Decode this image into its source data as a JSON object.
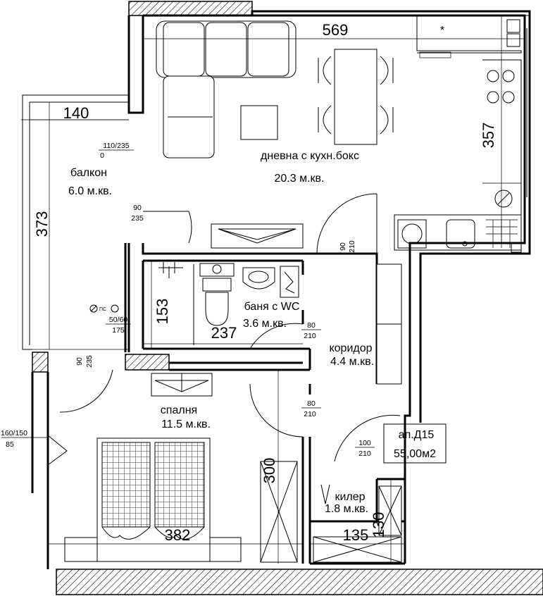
{
  "rooms": {
    "living": {
      "name": "дневна с кухн.бокс",
      "area": "20.3 м.кв."
    },
    "balcony": {
      "name": "балкон",
      "area": "6.0 м.кв."
    },
    "bath": {
      "name": "баня с WC",
      "area": "3.6 м.кв."
    },
    "corridor": {
      "name": "коридор",
      "area": "4.4 м.кв."
    },
    "bedroom": {
      "name": "спалня",
      "area": "11.5 м.кв."
    },
    "storage": {
      "name": "килер",
      "area": "1.8 м.кв."
    }
  },
  "apartment": {
    "id": "ап.Д15",
    "area": "55,00м2"
  },
  "dimensions": {
    "living_width": "569",
    "living_depth": "357",
    "balcony_width": "140",
    "balcony_length": "373",
    "bath_depth": "153",
    "bath_width": "237",
    "bedroom_depth": "300",
    "bedroom_width": "382",
    "storage_width": "135",
    "storage_depth": "130"
  },
  "openings": {
    "balcony_door_top": {
      "size": "110/235",
      "sill": "0"
    },
    "living_balcony_door": {
      "w": "90",
      "h": "235"
    },
    "corridor_living_door": {
      "w": "90",
      "h": "210"
    },
    "bath_window": {
      "size": "50/60",
      "sill": "175"
    },
    "bath_door": {
      "w": "80",
      "h": "210"
    },
    "bedroom_balcony_door": {
      "w": "90",
      "h": "235"
    },
    "bedroom_door": {
      "w": "80",
      "h": "210"
    },
    "entrance_door": {
      "w": "100",
      "h": "210"
    },
    "bedroom_window": {
      "size": "160/150",
      "sill": "85"
    }
  },
  "misc": {
    "gas_symbol": "ПС"
  }
}
